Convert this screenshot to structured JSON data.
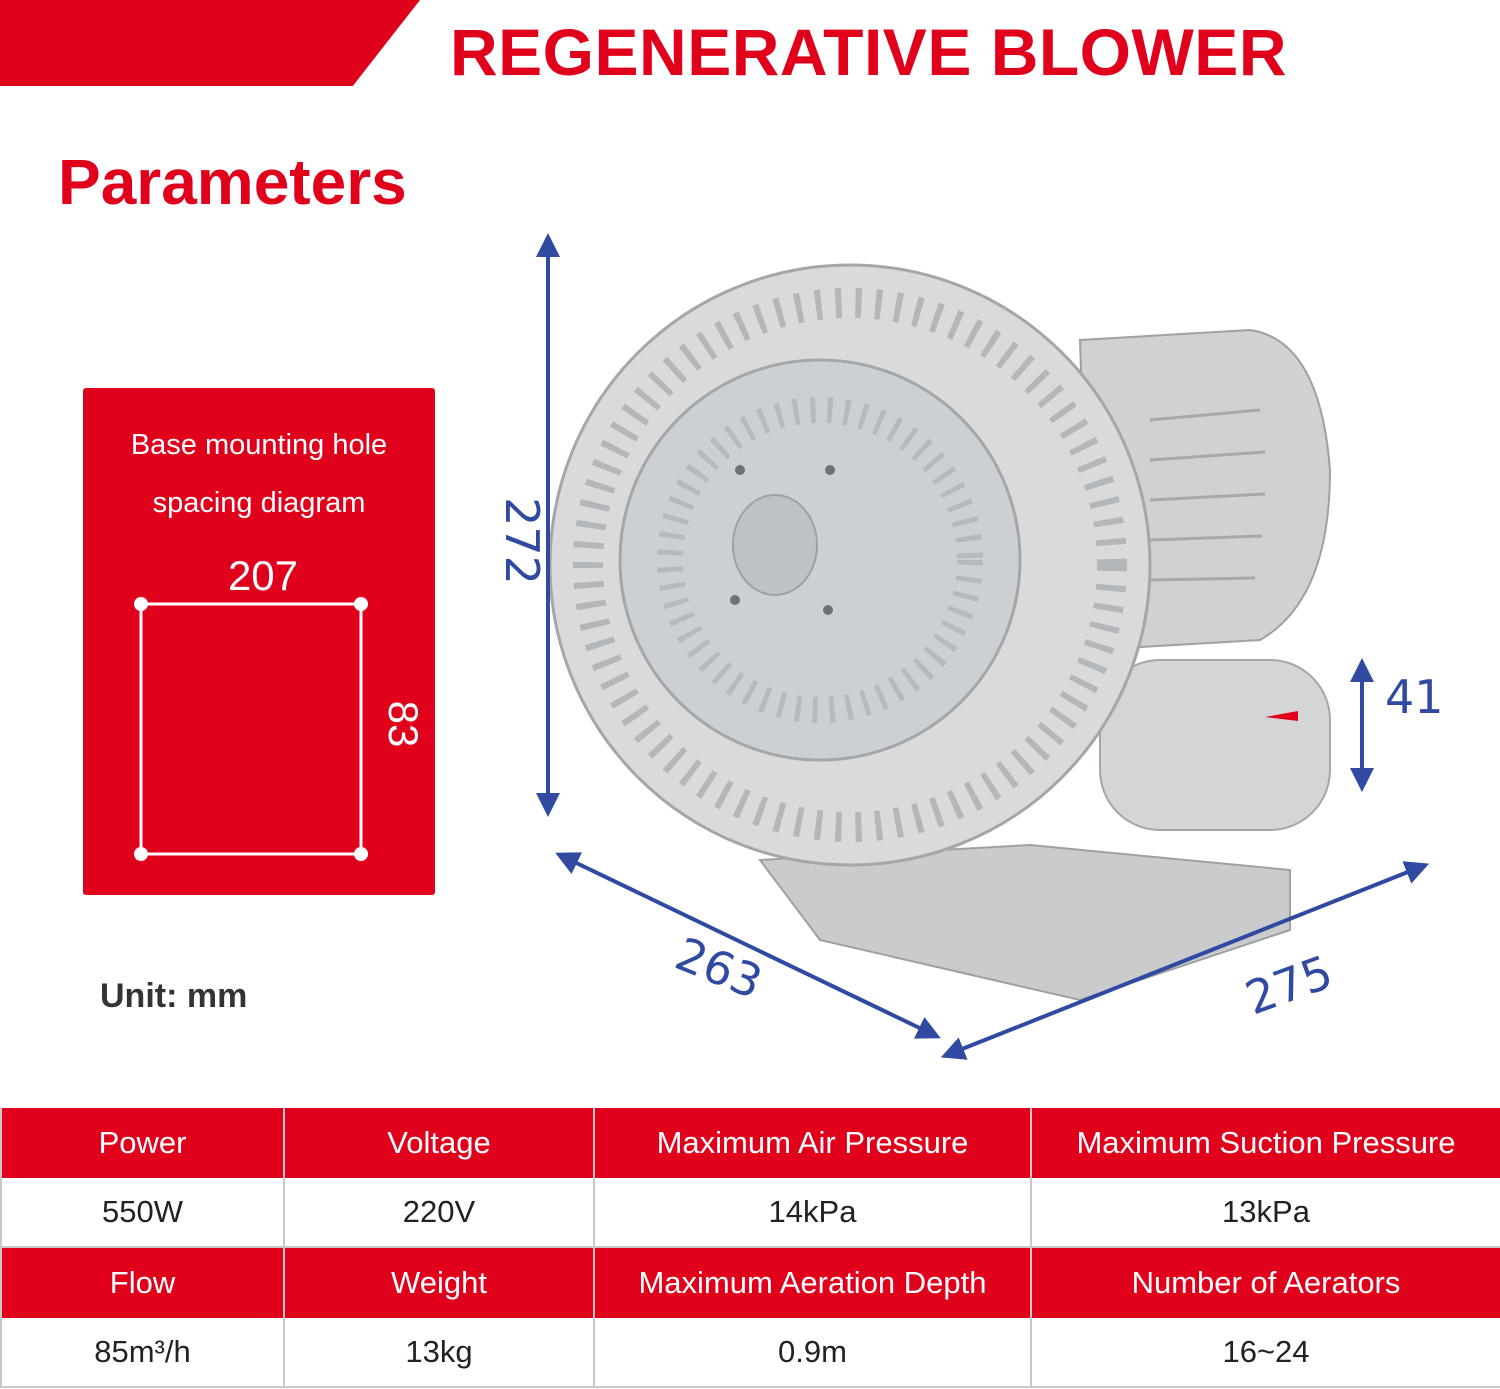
{
  "header": {
    "title": "REGENERATIVE BLOWER",
    "accent_color": "#e0001b"
  },
  "section_title": "Parameters",
  "mounting": {
    "caption_line1": "Base mounting hole",
    "caption_line2": "spacing diagram",
    "width": "207",
    "depth": "83"
  },
  "unit_note": "Unit: mm",
  "dimensions": {
    "height": "272",
    "outlet": "41",
    "depth_left": "263",
    "width_right": "275",
    "color": "#2f4aa0"
  },
  "product_image": "regenerative-blower-illustration",
  "specs": {
    "rows": [
      {
        "headers": [
          "Power",
          "Voltage",
          "Maximum Air Pressure",
          "Maximum Suction Pressure"
        ],
        "values": [
          "550W",
          "220V",
          "14kPa",
          "13kPa"
        ]
      },
      {
        "headers": [
          "Flow",
          "Weight",
          "Maximum Aeration Depth",
          "Number of Aerators"
        ],
        "values": [
          "85m³/h",
          "13kg",
          "0.9m",
          "16~24"
        ]
      }
    ]
  }
}
